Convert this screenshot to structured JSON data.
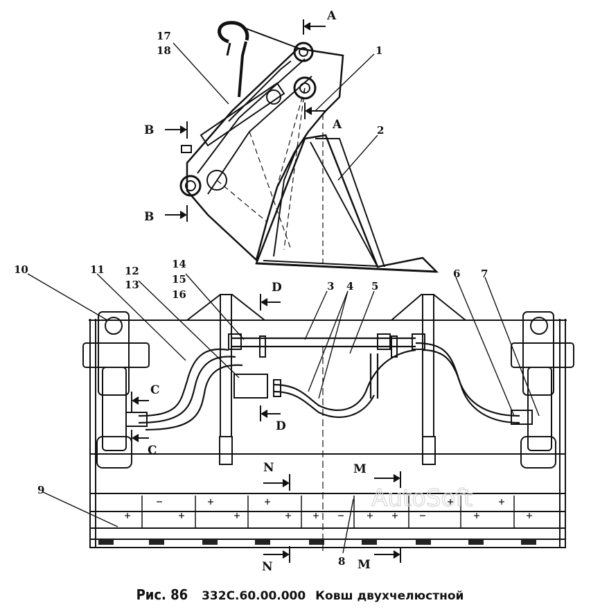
{
  "caption": {
    "figure": "Рис. 86",
    "code": "332С.60.00.000",
    "title": "Ковш двухчелюстной"
  },
  "watermark": "AutoSoft",
  "callouts": [
    "1",
    "2",
    "3",
    "4",
    "5",
    "6",
    "7",
    "8",
    "9",
    "10",
    "11",
    "12",
    "13",
    "14",
    "15",
    "16",
    "17",
    "18"
  ],
  "section_marks": {
    "A": "A",
    "B": "B",
    "C": "C",
    "D": "D",
    "N": "N",
    "M": "M"
  }
}
